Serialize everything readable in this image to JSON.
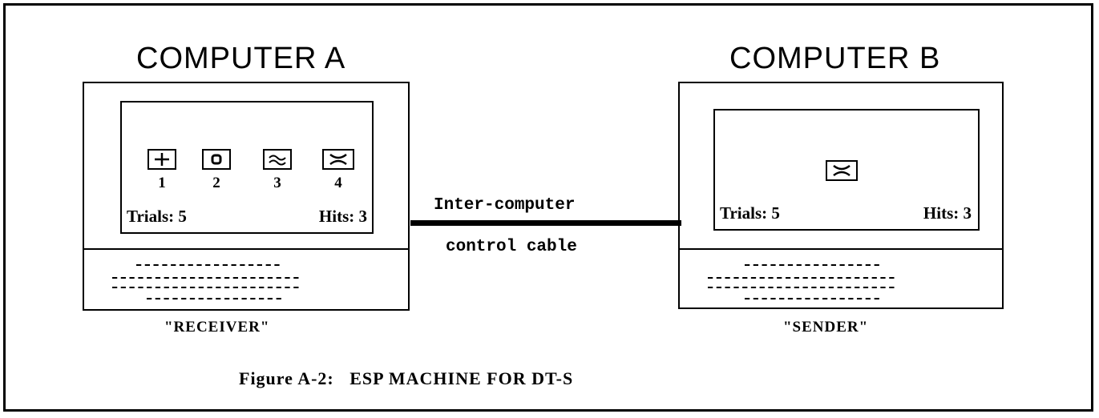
{
  "computer_a": {
    "title": "COMPUTER A",
    "symbols": [
      {
        "icon": "plus-icon",
        "number": "1"
      },
      {
        "icon": "circle-icon",
        "number": "2"
      },
      {
        "icon": "waves-icon",
        "number": "3"
      },
      {
        "icon": "star-icon",
        "number": "4"
      }
    ],
    "trials": "Trials: 5",
    "hits": "Hits: 3",
    "role": "\"RECEIVER\""
  },
  "computer_b": {
    "title": "COMPUTER B",
    "symbol": "star-icon",
    "trials": "Trials: 5",
    "hits": "Hits: 3",
    "role": "\"SENDER\""
  },
  "cable": {
    "label_line1": "Inter-computer",
    "label_line2": "control cable"
  },
  "caption": "Figure A-2:   ESP MACHINE FOR DT-S"
}
